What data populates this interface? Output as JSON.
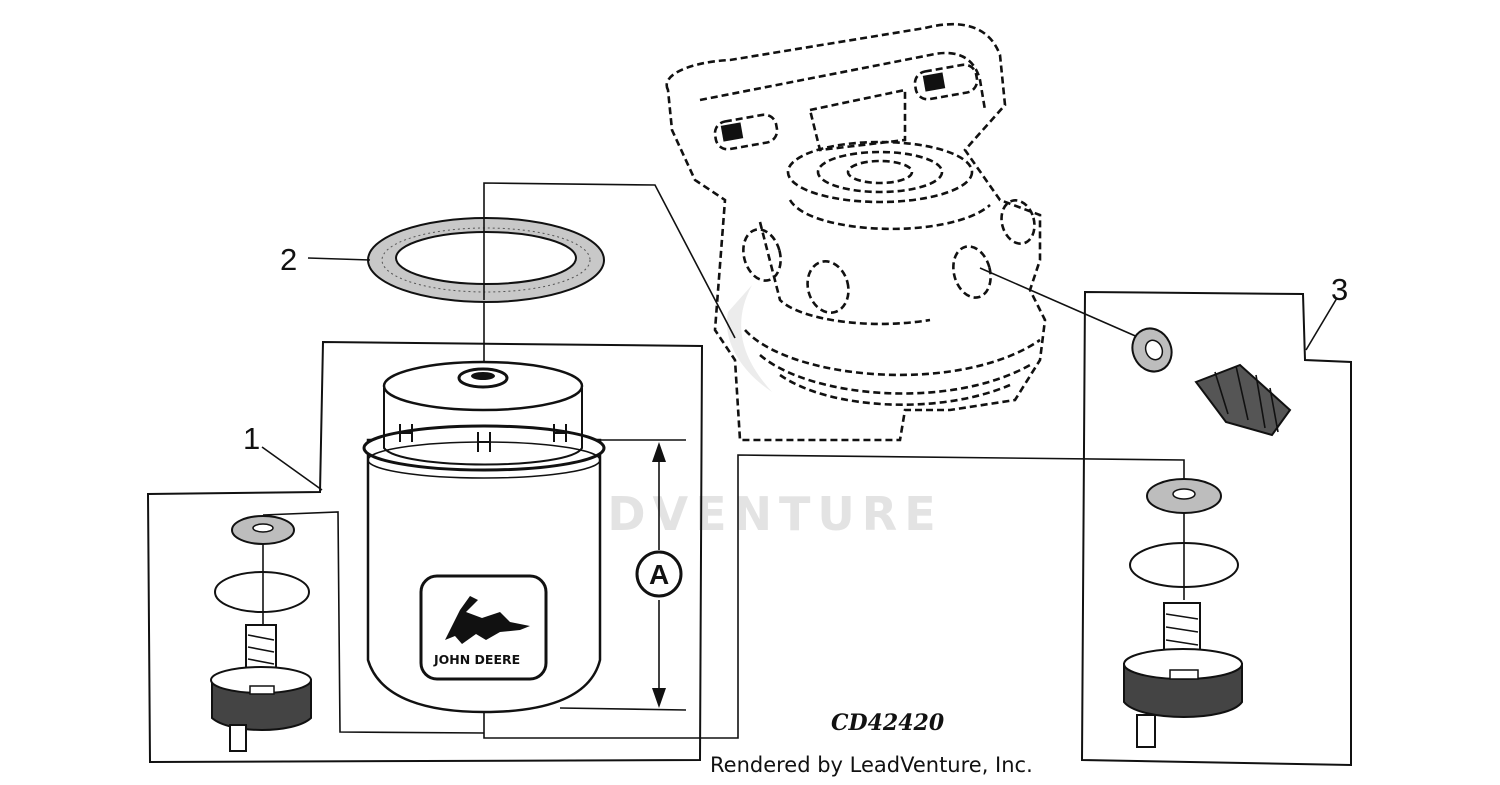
{
  "callouts": {
    "filter_element": "1",
    "seal_ring": "2",
    "drain_kit": "3"
  },
  "dimension_label": "A",
  "figure_code": "CD42420",
  "brand_label": "JOHN DEERE",
  "watermark": "LEADVENTURE",
  "render_credit": "Rendered by LeadVenture, Inc."
}
